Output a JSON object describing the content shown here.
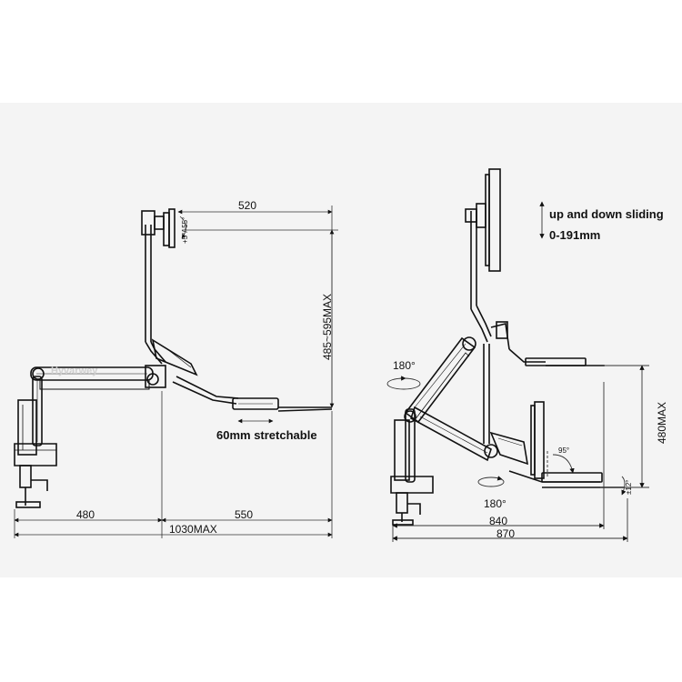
{
  "left_diagram": {
    "dim_top": "520",
    "dim_height": "485~595MAX",
    "tilt_label": "+5°/-55°",
    "stretch_label": "60mm stretchable",
    "dim_base_left": "480",
    "dim_base_right": "550",
    "dim_total": "1030MAX",
    "watermark": "Hyvarwey"
  },
  "right_diagram": {
    "sliding_title": "up and down sliding",
    "sliding_range": "0-191mm",
    "rotate_upper": "180°",
    "rotate_lower": "180°",
    "angle_label": "95°",
    "dim_height": "480MAX",
    "tilt_label": "±12°",
    "dim_inner": "840",
    "dim_total": "870"
  },
  "colors": {
    "line": "#111111",
    "dim_line": "#333333",
    "panel": "#f4f4f4"
  }
}
